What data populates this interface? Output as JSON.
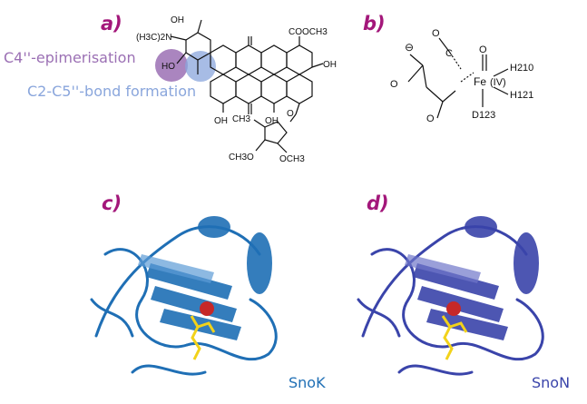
{
  "panels": {
    "a": {
      "label": "a)",
      "annotations": {
        "epimerisation": "C4''-epimerisation",
        "bond_formation": "C2-C5''-bond formation"
      },
      "colors": {
        "epimerisation": "#9b70b4",
        "bond_formation": "#8aa6dc"
      },
      "structure_labels": {
        "dimethylamino": "(H3C)2N",
        "hydroxyl": "HO",
        "top_oh": "OH",
        "ester": "COOCH3",
        "right_oh": "OH",
        "bottom_oh1": "OH",
        "bottom_oh2": "OH",
        "sugar_ch3": "CH3",
        "sugar_ome1": "CH3O",
        "sugar_ome2": "OCH3",
        "oxygen": "O"
      }
    },
    "b": {
      "label": "b)",
      "metal_center": "Fe",
      "oxidation_state": "(IV)",
      "ligands": [
        "H210",
        "H121",
        "D123"
      ],
      "charge": "⊖",
      "oxygen": "O",
      "carbon": "C"
    },
    "c": {
      "label": "c)",
      "protein_name": "SnoK",
      "color": "#1f6fb5"
    },
    "d": {
      "label": "d)",
      "protein_name": "SnoN",
      "color": "#3a44aa"
    }
  }
}
